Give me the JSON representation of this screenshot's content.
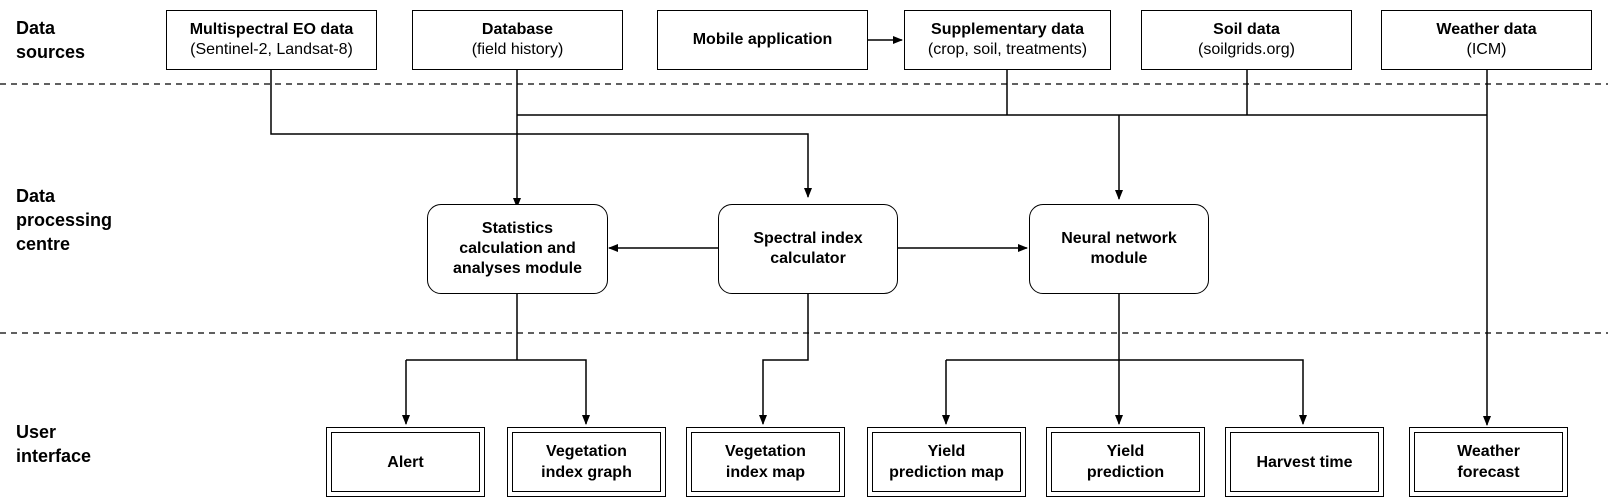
{
  "layers": {
    "data_sources": "Data\nsources",
    "processing": "Data\nprocessing\ncentre",
    "user_interface": "User\ninterface"
  },
  "sources": {
    "multispectral": {
      "title": "Multispectral EO data",
      "sub": "(Sentinel-2, Landsat-8)"
    },
    "database": {
      "title": "Database",
      "sub": "(field history)"
    },
    "mobile": {
      "title": "Mobile application"
    },
    "supplementary": {
      "title": "Supplementary data",
      "sub": "(crop, soil, treatments)"
    },
    "soil": {
      "title": "Soil data",
      "sub": "(soilgrids.org)"
    },
    "weather": {
      "title": "Weather data",
      "sub": "(ICM)"
    }
  },
  "modules": {
    "statistics": "Statistics\ncalculation and\nanalyses module",
    "spectral": "Spectral index\ncalculator",
    "neural": "Neural network\nmodule"
  },
  "outputs": {
    "alert": "Alert",
    "veg_graph": "Vegetation\nindex graph",
    "veg_map": "Vegetation\nindex map",
    "yield_map": "Yield\nprediction map",
    "yield_pred": "Yield\nprediction",
    "harvest": "Harvest time",
    "weather_fc": "Weather\nforecast"
  }
}
